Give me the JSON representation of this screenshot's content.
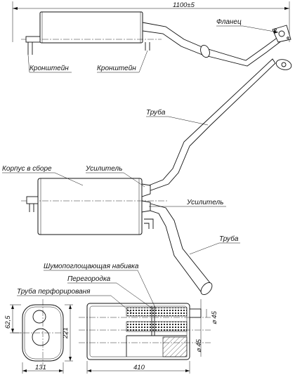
{
  "dimensions": {
    "overall_length": "1100±5",
    "height_62_5": "62,5",
    "height_221": "221",
    "width_131": "131",
    "length_410": "410",
    "diameter_45_top": "⌀ 45",
    "diameter_45_bottom": "⌀ 45"
  },
  "labels": {
    "flange": "Фланец",
    "bracket_1": "Кронштейн",
    "bracket_2": "Кронштейн",
    "pipe_1": "Труба",
    "pipe_2": "Труба",
    "housing": "Корпус в сборе",
    "reinforcement_1": "Усилитель",
    "reinforcement_2": "Усилитель",
    "sound_absorbing": "Шумопоглощающая набивка",
    "partition": "Перегородка",
    "perforated_pipe": "Труба перфорированя"
  }
}
